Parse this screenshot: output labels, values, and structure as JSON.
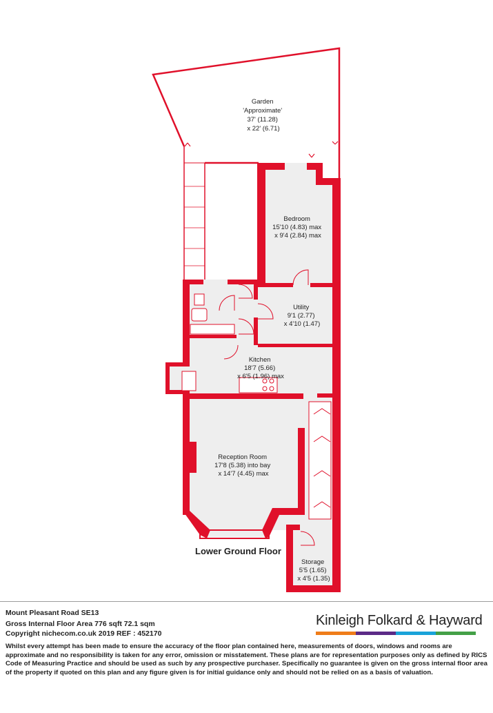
{
  "plan": {
    "floor_label": "Lower Ground Floor",
    "rooms": [
      {
        "id": "garden",
        "lines": [
          "Garden",
          "'Approximate'",
          "37' (11.28)",
          "x 22' (6.71)"
        ]
      },
      {
        "id": "bedroom",
        "lines": [
          "Bedroom",
          "15'10 (4.83) max",
          "x 9'4 (2.84) max"
        ]
      },
      {
        "id": "utility",
        "lines": [
          "Utility",
          "9'1 (2.77)",
          "x 4'10 (1.47)"
        ]
      },
      {
        "id": "kitchen",
        "lines": [
          "Kitchen",
          "18'7 (5.66)",
          "x 6'5 (1.96) max"
        ]
      },
      {
        "id": "reception",
        "lines": [
          "Reception Room",
          "17'8 (5.38) into bay",
          "x 14'7 (4.45) max"
        ]
      },
      {
        "id": "storage",
        "lines": [
          "Storage",
          "5'5 (1.65)",
          "x 4'5 (1.35)"
        ]
      }
    ],
    "colors": {
      "wall": "#e0102a",
      "floor": "#eeeeee",
      "fixture": "#ffffff"
    }
  },
  "footer": {
    "address": "Mount Pleasant Road SE13",
    "area": "Gross Internal Floor Area 776 sqft 72.1 sqm",
    "copyright": "Copyright nichecom.co.uk 2019 REF : 452170",
    "brand": "Kinleigh Folkard & Hayward",
    "brand_colors": [
      "#ef7d1a",
      "#5b2a86",
      "#1aa3d9",
      "#43a047"
    ],
    "disclaimer": "Whilst every attempt has been made to ensure the accuracy of the floor plan contained here, measurements of doors, windows and rooms are approximate and no responsibility is taken for any error, omission or misstatement.  These plans are for representation purposes only as defined by RICS Code of Measuring Practice and should be used as such by any prospective purchaser.  Specifically no guarantee is given on the gross internal floor area of the property if quoted on this plan and any figure given is for initial guidance only and should not be relied on as a basis of valuation."
  }
}
